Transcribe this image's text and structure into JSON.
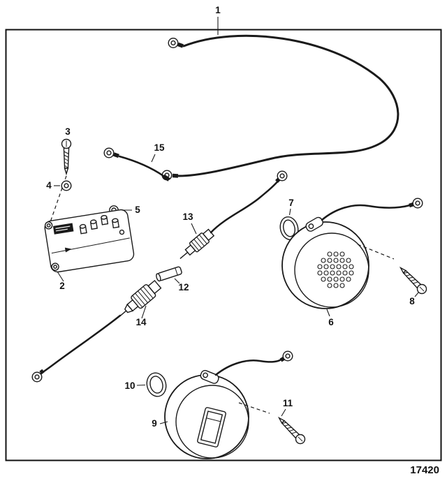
{
  "diagram": {
    "drawing_number": "17420",
    "callouts": [
      "1",
      "2",
      "3",
      "4",
      "5",
      "6",
      "7",
      "8",
      "9",
      "10",
      "11",
      "12",
      "13",
      "14",
      "15"
    ],
    "colors": {
      "background": "#ffffff",
      "line": "#1a1a1a"
    }
  }
}
